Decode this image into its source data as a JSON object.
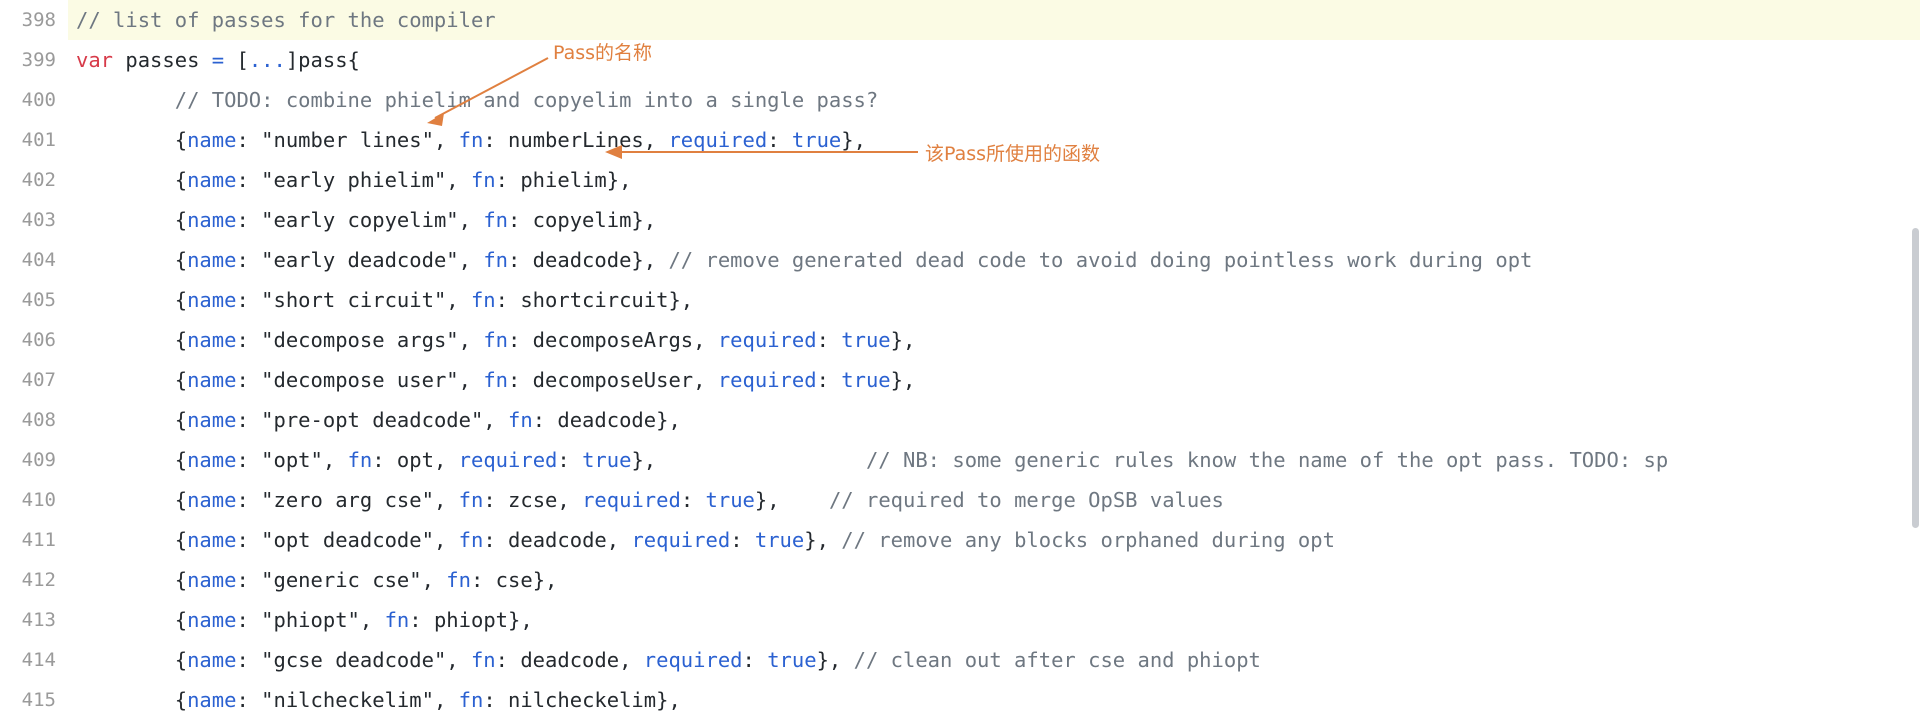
{
  "editor": {
    "title": "Go compiler passes source listing",
    "highlighted_line": 398,
    "colors": {
      "background": "#ffffff",
      "highlight_background": "#fbfbe4",
      "gutter_text": "#9a9a9a",
      "comment": "#6e7781",
      "keyword": "#d73a49",
      "property": "#2b61d1",
      "boolean": "#2b61d1",
      "text": "#24292e",
      "annotation": "#e08040"
    }
  },
  "lines": [
    {
      "number": "398",
      "highlight": true,
      "tokens": [
        {
          "t": "comment",
          "v": "// list of passes for the compiler"
        }
      ]
    },
    {
      "number": "399",
      "highlight": false,
      "tokens": [
        {
          "t": "keyword",
          "v": "var"
        },
        {
          "t": "plain",
          "v": " passes "
        },
        {
          "t": "operator",
          "v": "="
        },
        {
          "t": "plain",
          "v": " ["
        },
        {
          "t": "operator",
          "v": "..."
        },
        {
          "t": "plain",
          "v": "]pass{"
        }
      ]
    },
    {
      "number": "400",
      "highlight": false,
      "tokens": [
        {
          "t": "plain",
          "v": "        "
        },
        {
          "t": "comment",
          "v": "// TODO: combine phielim and copyelim into a single pass?"
        }
      ]
    },
    {
      "number": "401",
      "highlight": false,
      "tokens": [
        {
          "t": "plain",
          "v": "        {"
        },
        {
          "t": "prop",
          "v": "name"
        },
        {
          "t": "plain",
          "v": ": \"number lines\", "
        },
        {
          "t": "prop",
          "v": "fn"
        },
        {
          "t": "plain",
          "v": ": numberLines, "
        },
        {
          "t": "prop",
          "v": "required"
        },
        {
          "t": "plain",
          "v": ": "
        },
        {
          "t": "bool",
          "v": "true"
        },
        {
          "t": "plain",
          "v": "},"
        }
      ]
    },
    {
      "number": "402",
      "highlight": false,
      "tokens": [
        {
          "t": "plain",
          "v": "        {"
        },
        {
          "t": "prop",
          "v": "name"
        },
        {
          "t": "plain",
          "v": ": \"early phielim\", "
        },
        {
          "t": "prop",
          "v": "fn"
        },
        {
          "t": "plain",
          "v": ": phielim},"
        }
      ]
    },
    {
      "number": "403",
      "highlight": false,
      "tokens": [
        {
          "t": "plain",
          "v": "        {"
        },
        {
          "t": "prop",
          "v": "name"
        },
        {
          "t": "plain",
          "v": ": \"early copyelim\", "
        },
        {
          "t": "prop",
          "v": "fn"
        },
        {
          "t": "plain",
          "v": ": copyelim},"
        }
      ]
    },
    {
      "number": "404",
      "highlight": false,
      "tokens": [
        {
          "t": "plain",
          "v": "        {"
        },
        {
          "t": "prop",
          "v": "name"
        },
        {
          "t": "plain",
          "v": ": \"early deadcode\", "
        },
        {
          "t": "prop",
          "v": "fn"
        },
        {
          "t": "plain",
          "v": ": deadcode}, "
        },
        {
          "t": "comment",
          "v": "// remove generated dead code to avoid doing pointless work during opt"
        }
      ]
    },
    {
      "number": "405",
      "highlight": false,
      "tokens": [
        {
          "t": "plain",
          "v": "        {"
        },
        {
          "t": "prop",
          "v": "name"
        },
        {
          "t": "plain",
          "v": ": \"short circuit\", "
        },
        {
          "t": "prop",
          "v": "fn"
        },
        {
          "t": "plain",
          "v": ": shortcircuit},"
        }
      ]
    },
    {
      "number": "406",
      "highlight": false,
      "tokens": [
        {
          "t": "plain",
          "v": "        {"
        },
        {
          "t": "prop",
          "v": "name"
        },
        {
          "t": "plain",
          "v": ": \"decompose args\", "
        },
        {
          "t": "prop",
          "v": "fn"
        },
        {
          "t": "plain",
          "v": ": decomposeArgs, "
        },
        {
          "t": "prop",
          "v": "required"
        },
        {
          "t": "plain",
          "v": ": "
        },
        {
          "t": "bool",
          "v": "true"
        },
        {
          "t": "plain",
          "v": "},"
        }
      ]
    },
    {
      "number": "407",
      "highlight": false,
      "tokens": [
        {
          "t": "plain",
          "v": "        {"
        },
        {
          "t": "prop",
          "v": "name"
        },
        {
          "t": "plain",
          "v": ": \"decompose user\", "
        },
        {
          "t": "prop",
          "v": "fn"
        },
        {
          "t": "plain",
          "v": ": decomposeUser, "
        },
        {
          "t": "prop",
          "v": "required"
        },
        {
          "t": "plain",
          "v": ": "
        },
        {
          "t": "bool",
          "v": "true"
        },
        {
          "t": "plain",
          "v": "},"
        }
      ]
    },
    {
      "number": "408",
      "highlight": false,
      "tokens": [
        {
          "t": "plain",
          "v": "        {"
        },
        {
          "t": "prop",
          "v": "name"
        },
        {
          "t": "plain",
          "v": ": \"pre-opt deadcode\", "
        },
        {
          "t": "prop",
          "v": "fn"
        },
        {
          "t": "plain",
          "v": ": deadcode},"
        }
      ]
    },
    {
      "number": "409",
      "highlight": false,
      "tokens": [
        {
          "t": "plain",
          "v": "        {"
        },
        {
          "t": "prop",
          "v": "name"
        },
        {
          "t": "plain",
          "v": ": \"opt\", "
        },
        {
          "t": "prop",
          "v": "fn"
        },
        {
          "t": "plain",
          "v": ": opt, "
        },
        {
          "t": "prop",
          "v": "required"
        },
        {
          "t": "plain",
          "v": ": "
        },
        {
          "t": "bool",
          "v": "true"
        },
        {
          "t": "plain",
          "v": "},                 "
        },
        {
          "t": "comment",
          "v": "// NB: some generic rules know the name of the opt pass. TODO: sp"
        }
      ]
    },
    {
      "number": "410",
      "highlight": false,
      "tokens": [
        {
          "t": "plain",
          "v": "        {"
        },
        {
          "t": "prop",
          "v": "name"
        },
        {
          "t": "plain",
          "v": ": \"zero arg cse\", "
        },
        {
          "t": "prop",
          "v": "fn"
        },
        {
          "t": "plain",
          "v": ": zcse, "
        },
        {
          "t": "prop",
          "v": "required"
        },
        {
          "t": "plain",
          "v": ": "
        },
        {
          "t": "bool",
          "v": "true"
        },
        {
          "t": "plain",
          "v": "},    "
        },
        {
          "t": "comment",
          "v": "// required to merge OpSB values"
        }
      ]
    },
    {
      "number": "411",
      "highlight": false,
      "tokens": [
        {
          "t": "plain",
          "v": "        {"
        },
        {
          "t": "prop",
          "v": "name"
        },
        {
          "t": "plain",
          "v": ": \"opt deadcode\", "
        },
        {
          "t": "prop",
          "v": "fn"
        },
        {
          "t": "plain",
          "v": ": deadcode, "
        },
        {
          "t": "prop",
          "v": "required"
        },
        {
          "t": "plain",
          "v": ": "
        },
        {
          "t": "bool",
          "v": "true"
        },
        {
          "t": "plain",
          "v": "}, "
        },
        {
          "t": "comment",
          "v": "// remove any blocks orphaned during opt"
        }
      ]
    },
    {
      "number": "412",
      "highlight": false,
      "tokens": [
        {
          "t": "plain",
          "v": "        {"
        },
        {
          "t": "prop",
          "v": "name"
        },
        {
          "t": "plain",
          "v": ": \"generic cse\", "
        },
        {
          "t": "prop",
          "v": "fn"
        },
        {
          "t": "plain",
          "v": ": cse},"
        }
      ]
    },
    {
      "number": "413",
      "highlight": false,
      "tokens": [
        {
          "t": "plain",
          "v": "        {"
        },
        {
          "t": "prop",
          "v": "name"
        },
        {
          "t": "plain",
          "v": ": \"phiopt\", "
        },
        {
          "t": "prop",
          "v": "fn"
        },
        {
          "t": "plain",
          "v": ": phiopt},"
        }
      ]
    },
    {
      "number": "414",
      "highlight": false,
      "tokens": [
        {
          "t": "plain",
          "v": "        {"
        },
        {
          "t": "prop",
          "v": "name"
        },
        {
          "t": "plain",
          "v": ": \"gcse deadcode\", "
        },
        {
          "t": "prop",
          "v": "fn"
        },
        {
          "t": "plain",
          "v": ": deadcode, "
        },
        {
          "t": "prop",
          "v": "required"
        },
        {
          "t": "plain",
          "v": ": "
        },
        {
          "t": "bool",
          "v": "true"
        },
        {
          "t": "plain",
          "v": "}, "
        },
        {
          "t": "comment",
          "v": "// clean out after cse and phiopt"
        }
      ]
    },
    {
      "number": "415",
      "highlight": false,
      "tokens": [
        {
          "t": "plain",
          "v": "        {"
        },
        {
          "t": "prop",
          "v": "name"
        },
        {
          "t": "plain",
          "v": ": \"nilcheckelim\", "
        },
        {
          "t": "prop",
          "v": "fn"
        },
        {
          "t": "plain",
          "v": ": nilcheckelim},"
        }
      ]
    }
  ],
  "annotations": [
    {
      "id": "ann1",
      "text": "Pass的名称"
    },
    {
      "id": "ann2",
      "text": "该Pass所使用的函数"
    }
  ]
}
